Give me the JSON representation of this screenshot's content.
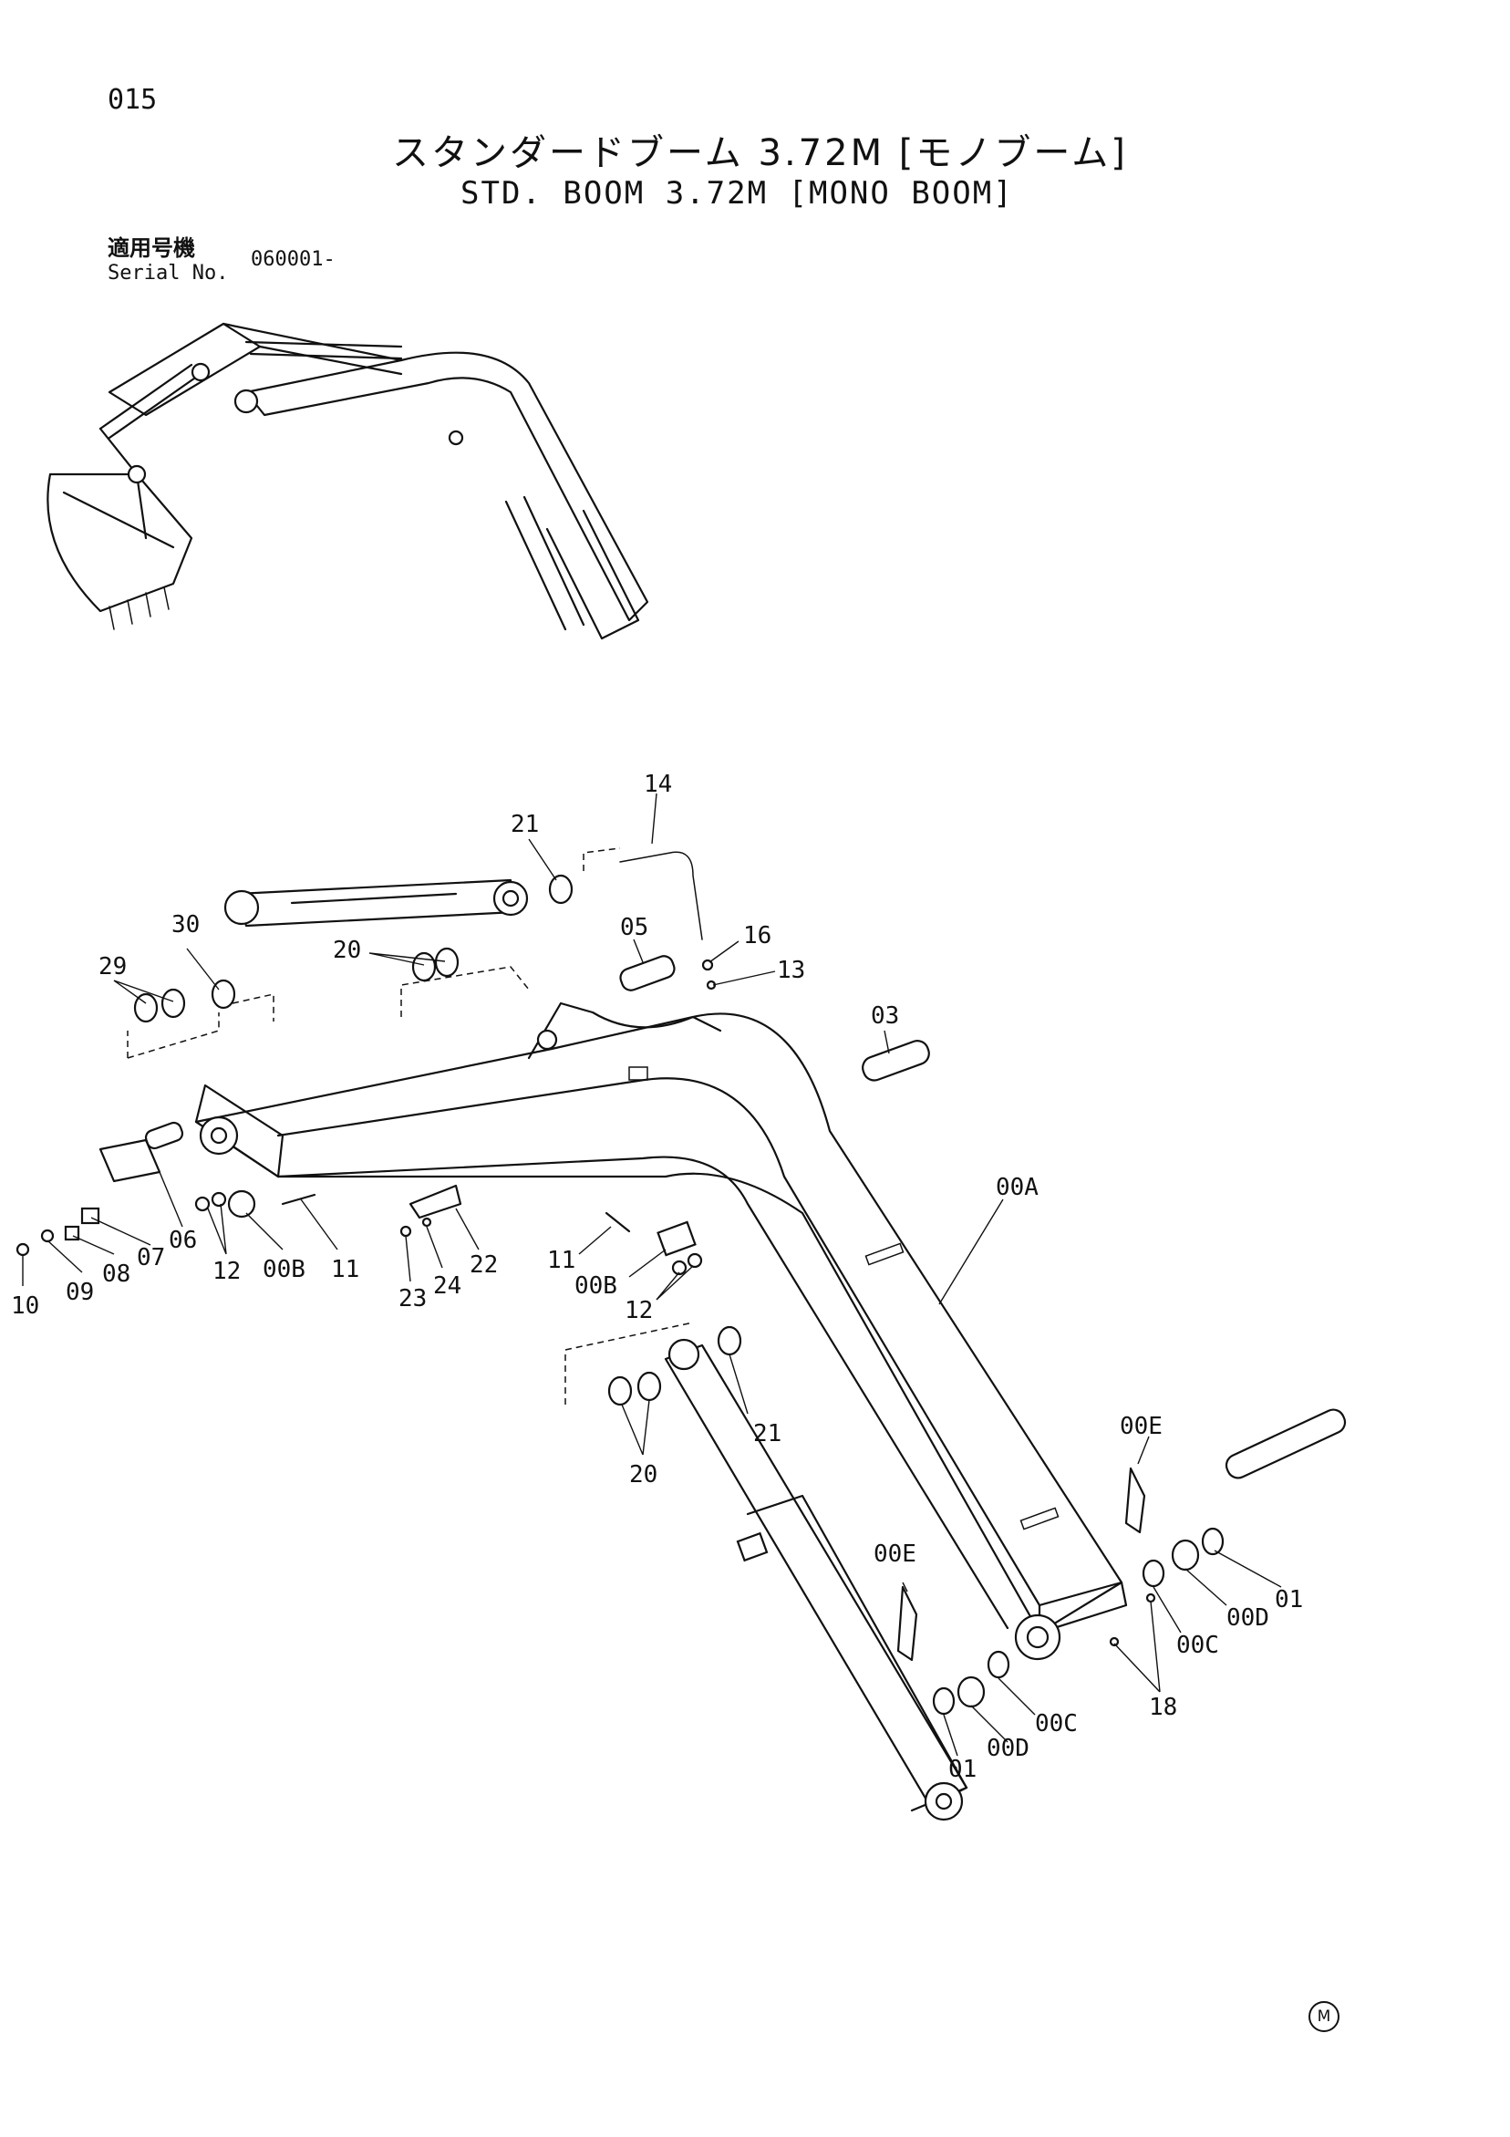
{
  "header": {
    "page_number": "015",
    "title_jp": "スタンダードブーム 3.72M [モノブーム]",
    "title_en": "STD. BOOM 3.72M [MONO BOOM]"
  },
  "serial": {
    "label_jp": "適用号機",
    "label_en": "Serial No.",
    "value": "060001-"
  },
  "callouts": {
    "c14": "14",
    "c21a": "21",
    "c30": "30",
    "c29": "29",
    "c20a": "20",
    "c05": "05",
    "c16": "16",
    "c13": "13",
    "c03": "03",
    "c00A": "00A",
    "c10": "10",
    "c09": "09",
    "c08": "08",
    "c07": "07",
    "c06": "06",
    "c12a": "12",
    "c00Ba": "00B",
    "c11a": "11",
    "c23": "23",
    "c24": "24",
    "c22": "22",
    "c11b": "11",
    "c00Bb": "00B",
    "c12b": "12",
    "c21b": "21",
    "c20b": "20",
    "c00Ea": "00E",
    "c00Eb": "00E",
    "c01a": "01",
    "c00Da": "00D",
    "c00Ca": "00C",
    "c18": "18",
    "c01b": "01",
    "c00Db": "00D",
    "c00Cb": "00C"
  },
  "footer": {
    "mark": "M"
  }
}
